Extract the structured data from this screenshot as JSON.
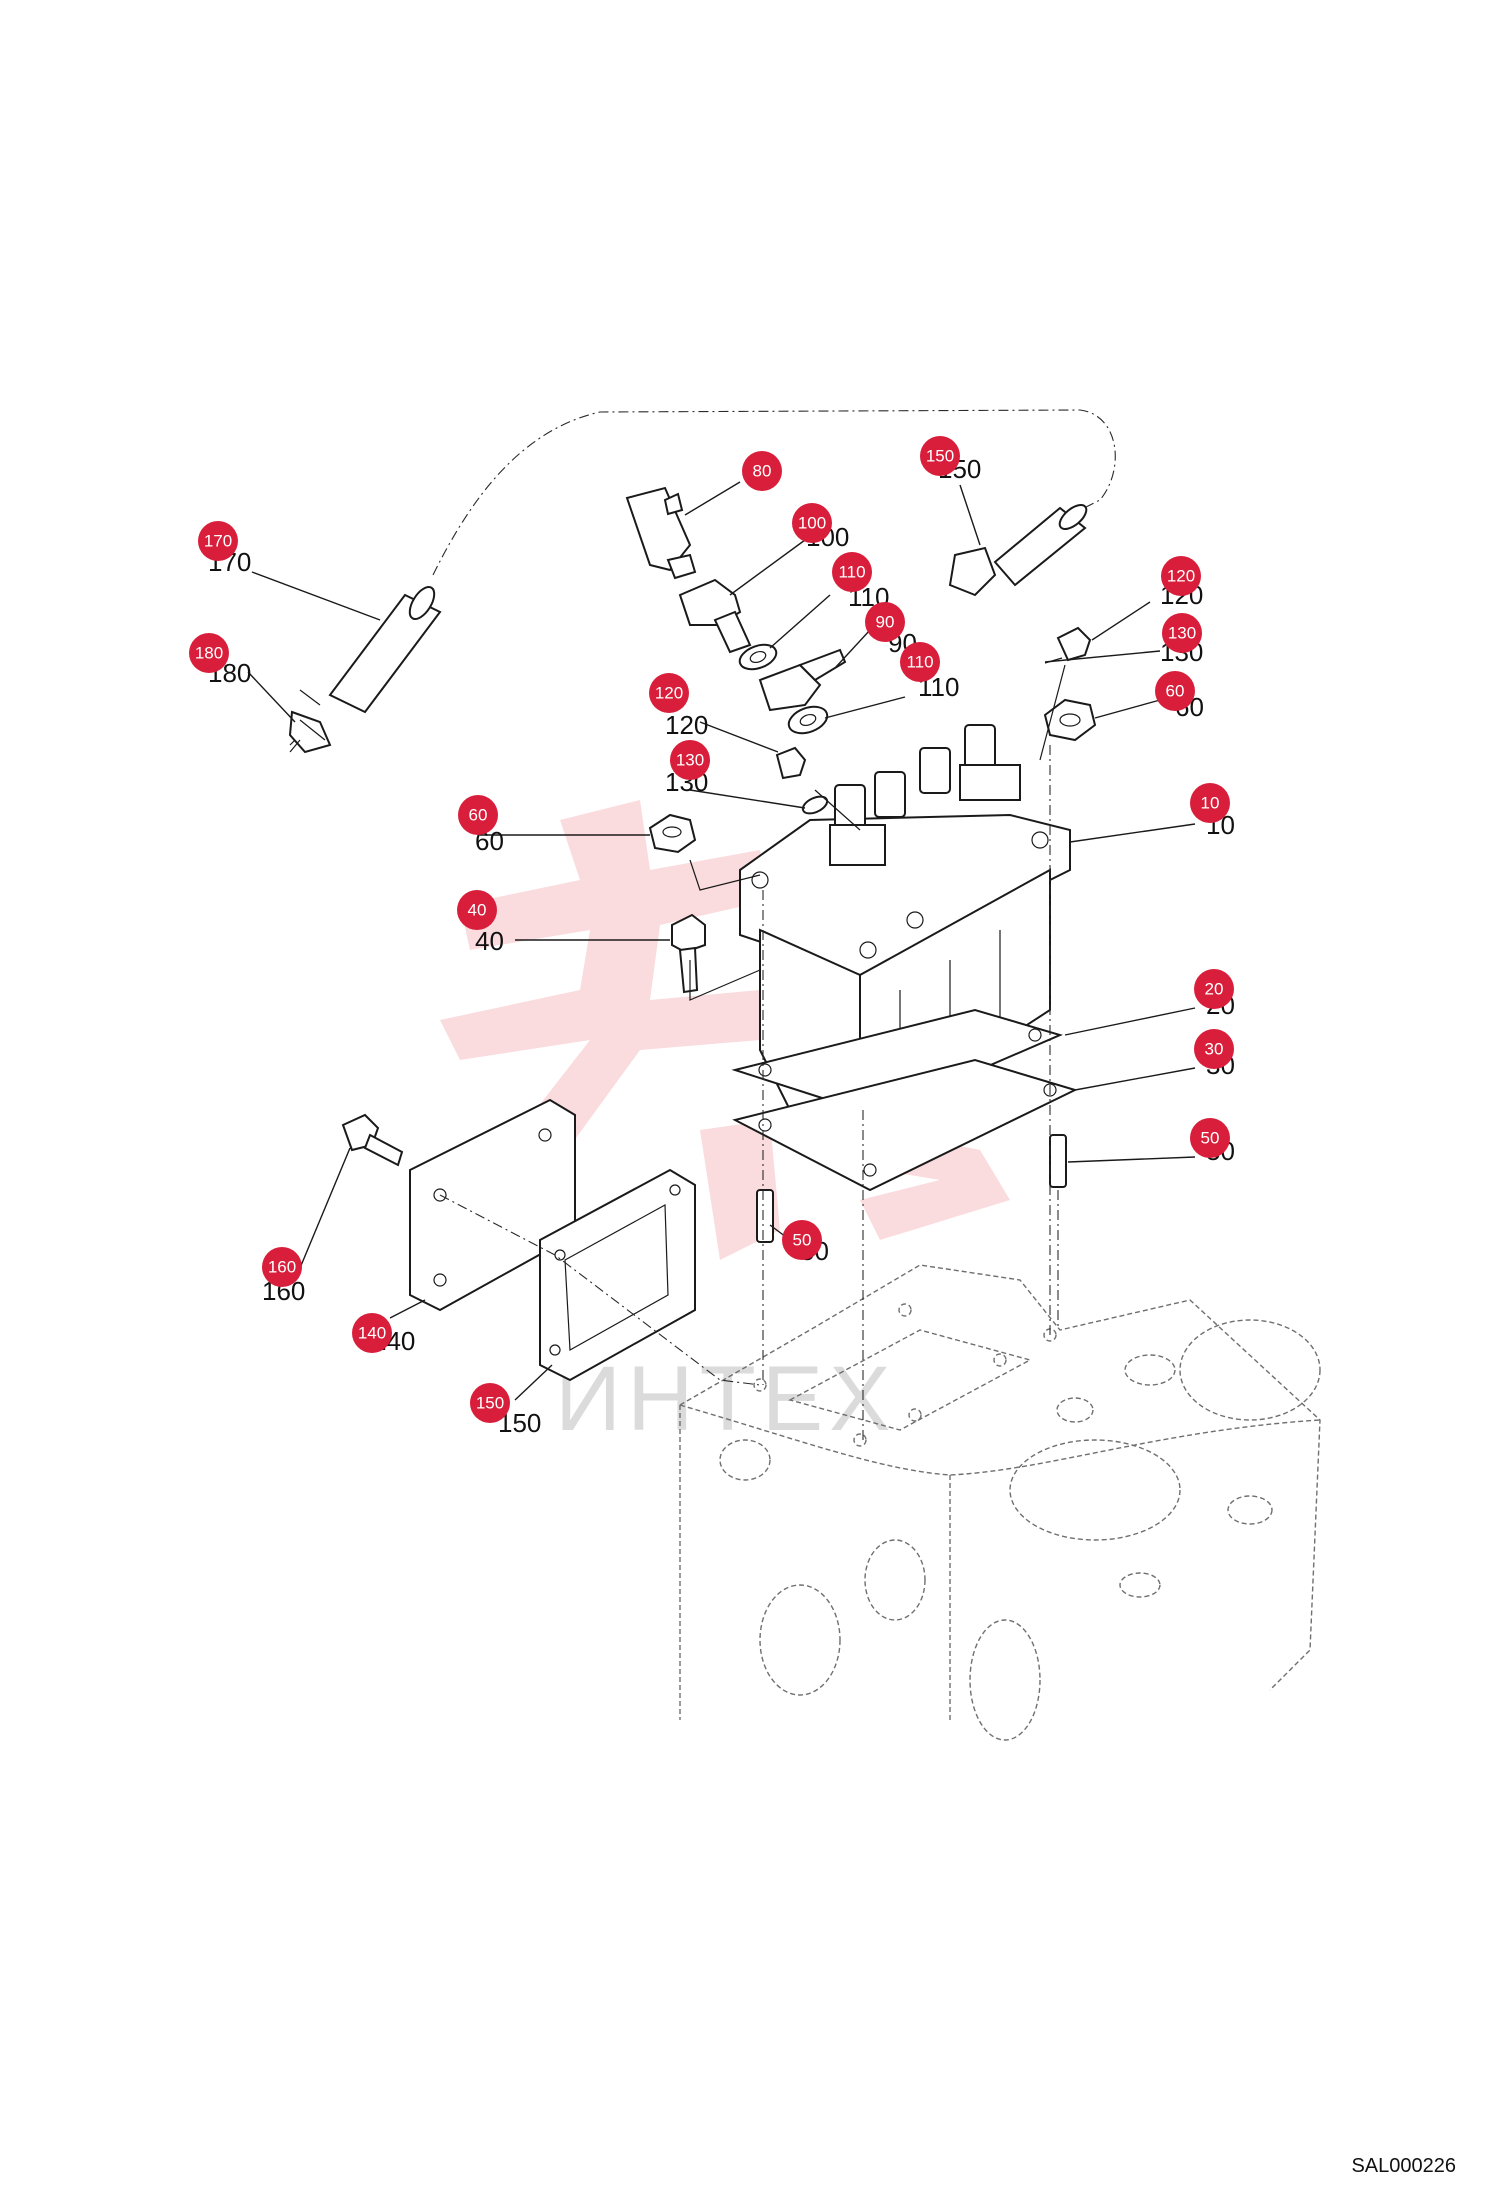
{
  "diagram": {
    "code": "SAL000226",
    "watermark": "ИНТЕХ",
    "badge_color": "#d81e3a",
    "callouts": [
      {
        "id": "c80",
        "number": "80",
        "label": "80"
      },
      {
        "id": "c150a",
        "number": "150",
        "label": "150"
      },
      {
        "id": "c100",
        "number": "100",
        "label": "100"
      },
      {
        "id": "c170",
        "number": "170",
        "label": "170"
      },
      {
        "id": "c110a",
        "number": "110",
        "label": "110"
      },
      {
        "id": "c120a",
        "number": "120",
        "label": "120"
      },
      {
        "id": "c90",
        "number": "90",
        "label": "90"
      },
      {
        "id": "c130a",
        "number": "130",
        "label": "130"
      },
      {
        "id": "c180",
        "number": "180",
        "label": "180"
      },
      {
        "id": "c110b",
        "number": "110",
        "label": "110"
      },
      {
        "id": "c60a",
        "number": "60",
        "label": "60"
      },
      {
        "id": "c120b",
        "number": "120",
        "label": "120"
      },
      {
        "id": "c130b",
        "number": "130",
        "label": "130"
      },
      {
        "id": "c10",
        "number": "10",
        "label": "10"
      },
      {
        "id": "c60b",
        "number": "60",
        "label": "60"
      },
      {
        "id": "c40",
        "number": "40",
        "label": "40"
      },
      {
        "id": "c20",
        "number": "20",
        "label": "20"
      },
      {
        "id": "c30",
        "number": "30",
        "label": "30"
      },
      {
        "id": "c50a",
        "number": "50",
        "label": "50"
      },
      {
        "id": "c160",
        "number": "160",
        "label": "160"
      },
      {
        "id": "c50b",
        "number": "50",
        "label": "50"
      },
      {
        "id": "c140",
        "number": "140",
        "label": "140"
      },
      {
        "id": "c150b",
        "number": "150",
        "label": "150"
      }
    ]
  }
}
